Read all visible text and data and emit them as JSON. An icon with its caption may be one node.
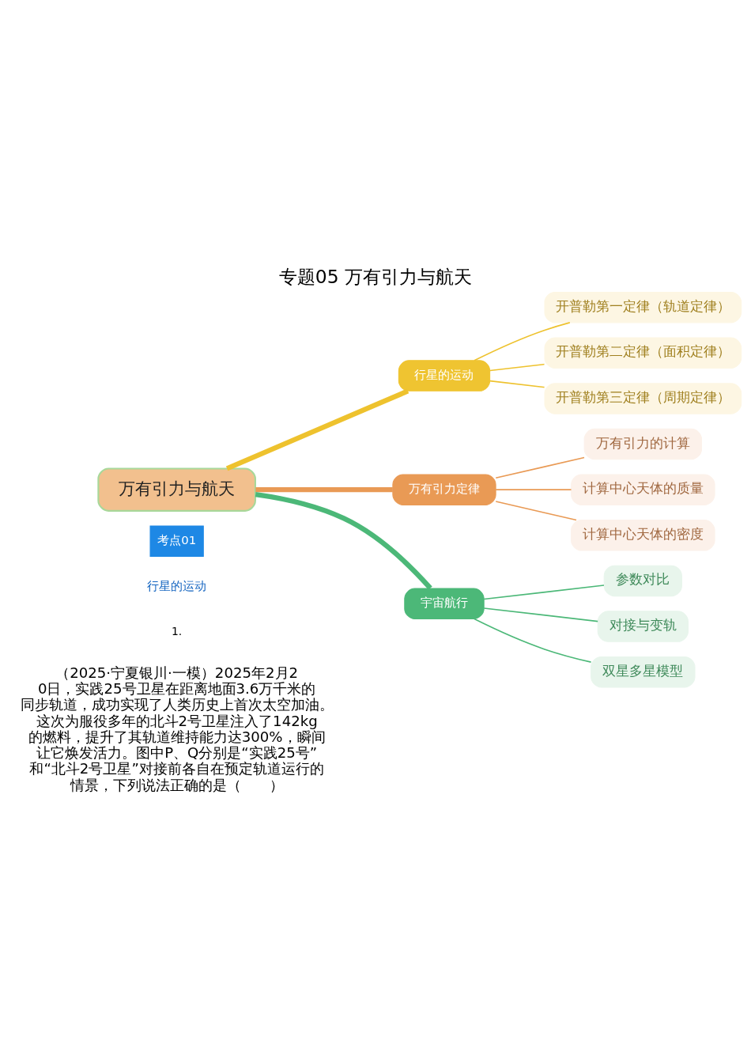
{
  "diagram": {
    "title": "专题05 万有引力与航天",
    "nodes": [
      {
        "text": [
          "万有引力与航天"
        ]
      },
      {
        "text": [
          "行星的运动"
        ]
      },
      {
        "text": [
          "开普勒第一定律（轨道定律）"
        ]
      },
      {
        "text": [
          "开普勒第二定律（面积定律）"
        ]
      },
      {
        "text": [
          "开普勒第三定律（周期定律）"
        ]
      },
      {
        "text": [
          "万有引力定律"
        ]
      },
      {
        "text": [
          "万有引力的计算"
        ]
      },
      {
        "text": [
          "计算中心天体的质量"
        ]
      },
      {
        "text": [
          "计算中心天体的密度"
        ]
      },
      {
        "text": [
          "宇宙航行"
        ]
      },
      {
        "text": [
          "参数对比"
        ]
      },
      {
        "text": [
          "对接与变轨"
        ]
      },
      {
        "text": [
          "双星多星模型"
        ]
      }
    ],
    "edges": [
      {
        "from": 0,
        "to": 1,
        "arrow": "none",
        "style": "thick",
        "color": "#eec22e"
      },
      {
        "from": 1,
        "to": 2,
        "arrow": "none",
        "color": "#eec22e"
      },
      {
        "from": 1,
        "to": 3,
        "arrow": "none",
        "color": "#eec22e"
      },
      {
        "from": 1,
        "to": 4,
        "arrow": "none",
        "color": "#eec22e"
      },
      {
        "from": 0,
        "to": 5,
        "arrow": "none",
        "style": "thick",
        "color": "#e99a55"
      },
      {
        "from": 5,
        "to": 6,
        "arrow": "none",
        "color": "#e99a55"
      },
      {
        "from": 5,
        "to": 7,
        "arrow": "none",
        "color": "#e99a55"
      },
      {
        "from": 5,
        "to": 8,
        "arrow": "none",
        "color": "#e99a55"
      },
      {
        "from": 0,
        "to": 9,
        "arrow": "none",
        "style": "thick",
        "color": "#4cb878"
      },
      {
        "from": 9,
        "to": 10,
        "arrow": "none",
        "color": "#4cb878"
      },
      {
        "from": 9,
        "to": 11,
        "arrow": "none",
        "color": "#4cb878"
      },
      {
        "from": 9,
        "to": 12,
        "arrow": "none",
        "color": "#4cb878"
      }
    ],
    "labels": [
      "考点01",
      "行星的运动",
      "1.",
      "（2025·宁夏银川·一模）2025年2月20日，实践25号卫星在距离地面3.6万千米的同步轨道，成功实现了人类历史上首次太空加油。这次为服役多年的北斗2号卫星注入了142kg的燃料，提升了其轨道维持能力达300%，瞬间让它焕发活力。图中P、Q分别是“实践25号”和“北斗2号卫星”对接前各自在预定轨道运行的情景，下列说法正确的是（　　）"
    ]
  }
}
